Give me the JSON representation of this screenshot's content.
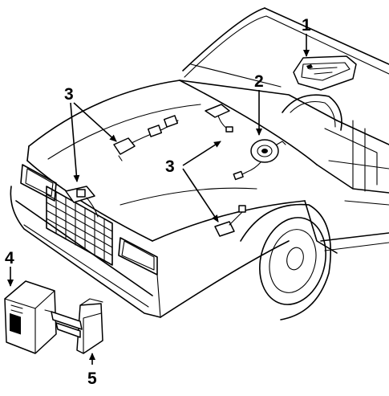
{
  "callouts": [
    {
      "id": "1",
      "label": "1"
    },
    {
      "id": "2",
      "label": "2"
    },
    {
      "id": "3a",
      "label": "3"
    },
    {
      "id": "3b",
      "label": "3"
    },
    {
      "id": "4",
      "label": "4"
    },
    {
      "id": "5",
      "label": "5"
    }
  ],
  "colors": {
    "ink": "#000000",
    "paper": "#ffffff"
  }
}
